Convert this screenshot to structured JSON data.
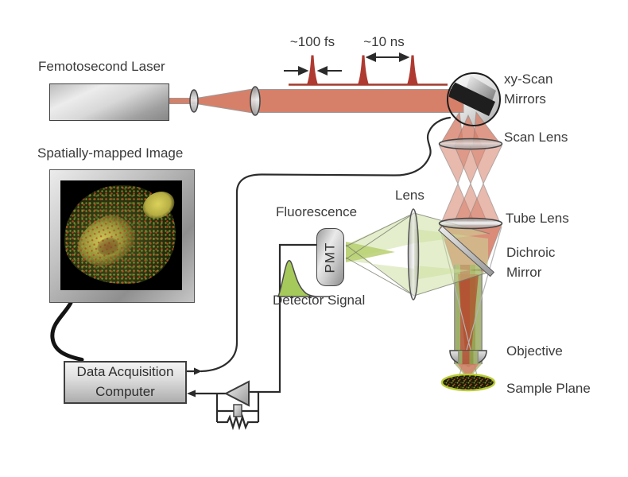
{
  "diagram": {
    "laser": {
      "label": "Femotosecond Laser"
    },
    "pulse_train": {
      "width_label": "~100 fs",
      "interval_label": "~10 ns",
      "pulse_count": 3
    },
    "scan_mirrors": {
      "label": "xy-Scan Mirrors"
    },
    "scan_lens": {
      "label": "Scan Lens"
    },
    "tube_lens": {
      "label": "Tube Lens"
    },
    "dichroic_mirror": {
      "label": "Dichroic Mirror"
    },
    "objective": {
      "label": "Objective"
    },
    "sample_plane": {
      "label": "Sample Plane"
    },
    "detection": {
      "lens_label": "Lens",
      "fluorescence_label": "Fluorescence",
      "pmt_label": "PMT",
      "detector_signal_label": "Detector Signal"
    },
    "display": {
      "label": "Spatially-mapped Image"
    },
    "computer": {
      "label": "Data Acquisition Computer"
    }
  },
  "colors": {
    "beam": "#D6806A",
    "pulse": "#AE3A31",
    "fluor": "#C9DE9A",
    "peak": "#A6C95C",
    "wire": "#2b2b2b",
    "rim": "#b9cc35"
  }
}
